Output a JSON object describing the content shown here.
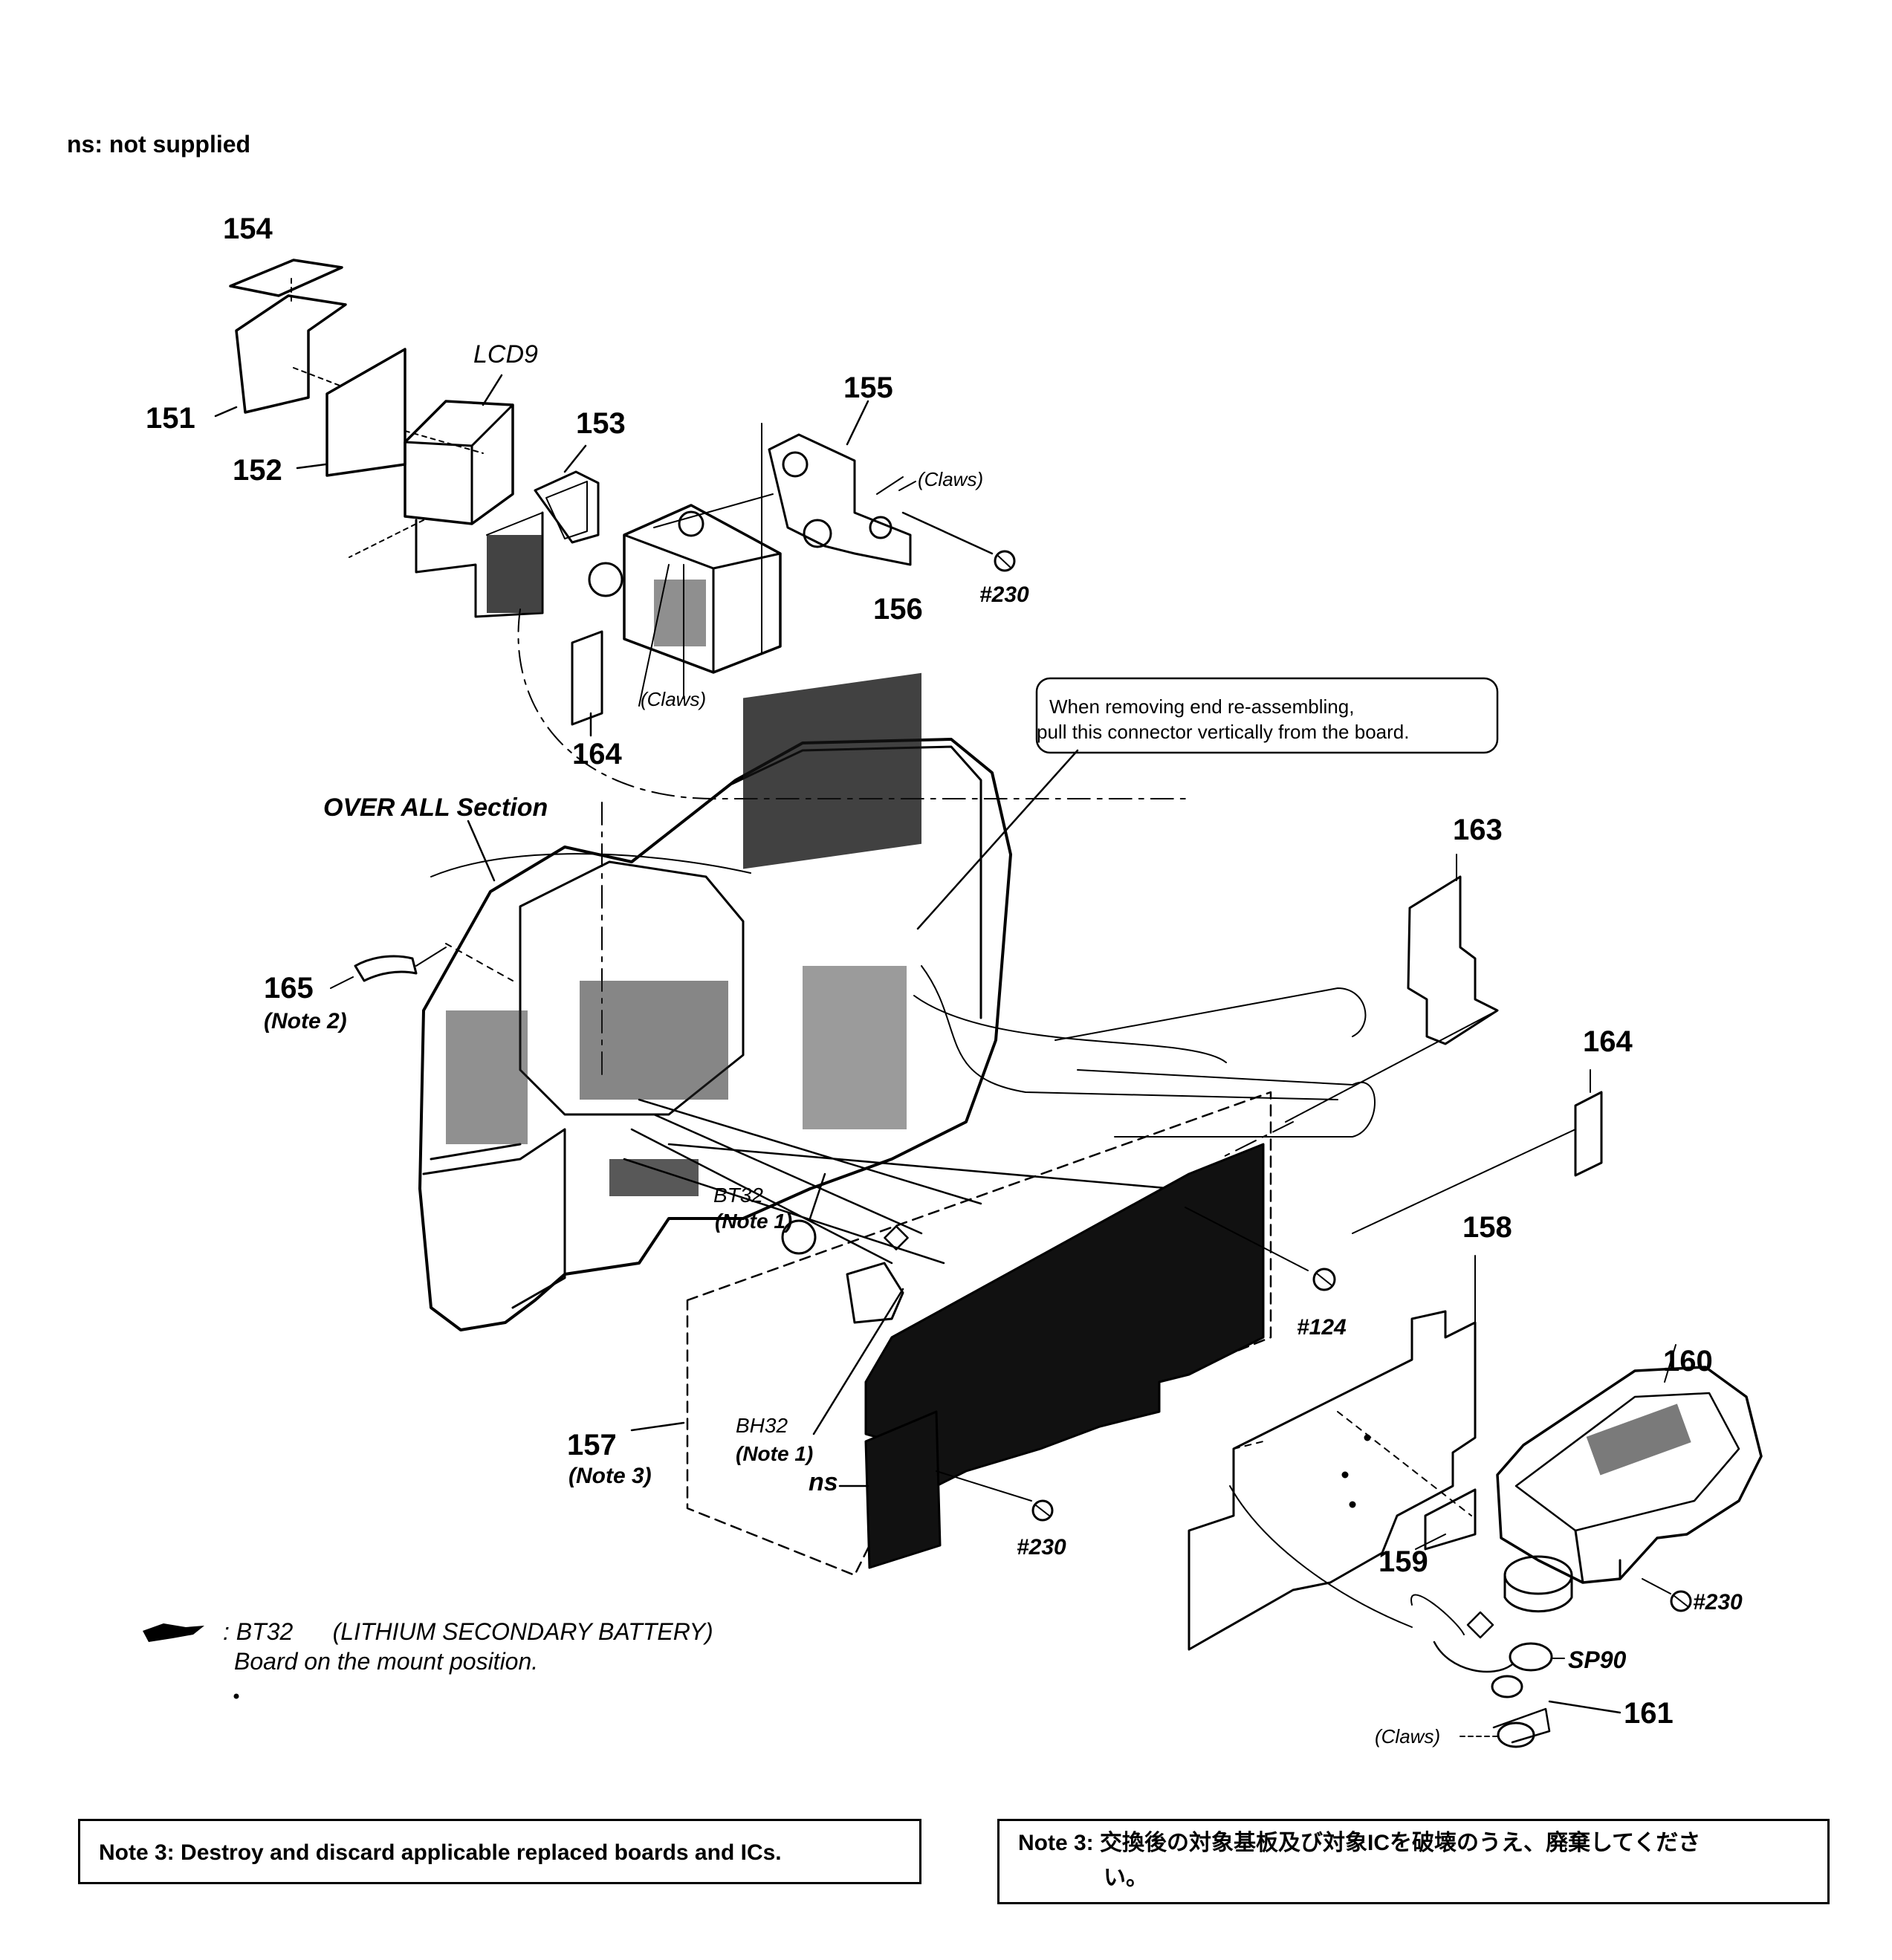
{
  "legend": {
    "ns_note": "ns: not supplied"
  },
  "callout_box": {
    "line1": "When removing end re-assembling,",
    "line2": "pull this connector vertically from the board."
  },
  "labels": {
    "p154": "154",
    "p151": "151",
    "p152": "152",
    "lcd9": "LCD9",
    "p153": "153",
    "p155": "155",
    "claws_top": "(Claws)",
    "screw230_top": "#230",
    "p156": "156",
    "claws_mid": "(Claws)",
    "p164a": "164",
    "overall_section": "OVER ALL Section",
    "p163": "163",
    "p164b": "164",
    "p165": "165",
    "note2": "(Note 2)",
    "bt32": "BT32",
    "note1a": "(Note 1)",
    "screw124": "#124",
    "p158": "158",
    "p160": "160",
    "bh32": "BH32",
    "note1b": "(Note 1)",
    "ns": "ns",
    "p157": "157",
    "note3": "(Note 3)",
    "screw230_mid": "#230",
    "p159": "159",
    "screw230_right": "#230",
    "sp90": "SP90",
    "p161": "161",
    "claws_bottom": "(Claws)"
  },
  "battery_legend": {
    "line1": ": BT32      (LITHIUM SECONDARY BATTERY)",
    "line2": "Board on the mount position."
  },
  "notes": {
    "en_label": "Note 3:",
    "en_text": "Destroy and discard applicable replaced boards and ICs.",
    "jp_label": "Note 3:",
    "jp_text_line1": "交換後の対象基板及び対象ICを破壊のうえ、廃棄してくださ",
    "jp_text_line2": "い。"
  }
}
